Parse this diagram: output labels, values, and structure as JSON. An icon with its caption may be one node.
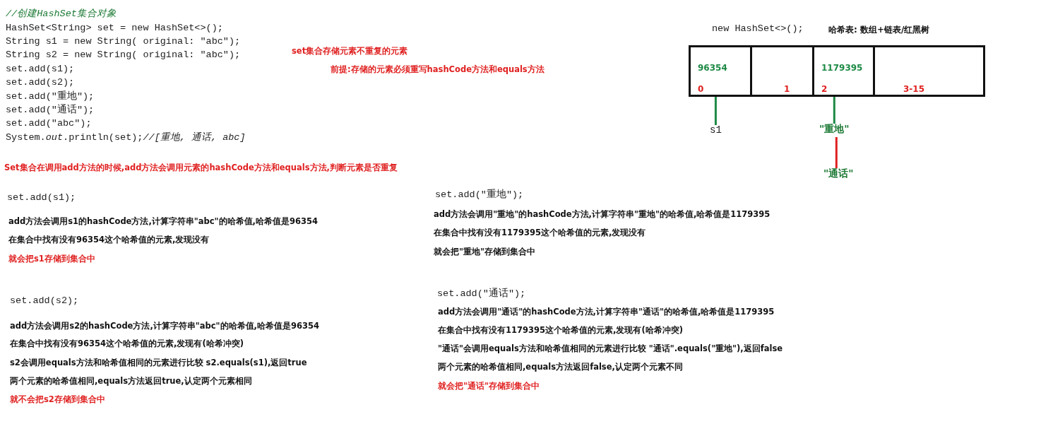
{
  "diagram": {
    "nodes": [
      {
        "text": [
          "new HashSet<>();",
          "哈希表: 数组+链表/红黑树"
        ]
      },
      {
        "text": [
          "96354",
          "0"
        ],
        "in": 0
      },
      {
        "text": [
          "1"
        ],
        "in": 0
      },
      {
        "text": [
          "1179395",
          "2"
        ],
        "in": 0
      },
      {
        "text": [
          "3-15"
        ],
        "in": 0
      },
      {
        "text": [
          "s1"
        ]
      },
      {
        "text": [
          "\"重地\""
        ]
      },
      {
        "text": [
          "\"通话\""
        ]
      }
    ],
    "edges": [
      {
        "from": 1,
        "to": 5,
        "arrow": "none"
      },
      {
        "from": 3,
        "to": 6,
        "arrow": "none"
      },
      {
        "from": 6,
        "to": 7,
        "arrow": "none",
        "color": "#e02020"
      }
    ],
    "labels": [
      "//创建HashSet集合对象",
      "HashSet<String> set = new HashSet<>();",
      "String s1 = new String( original: \"abc\");",
      "String s2 = new String( original: \"abc\");",
      "set.add(s1);",
      "set.add(s2);",
      "set.add(\"重地\");",
      "set.add(\"通话\");",
      "set.add(\"abc\");",
      "System.*out*.println(set);*//[重地, 通话, abc]*",
      "set集合存储元素不重复的元素",
      "前提:存储的元素必须重写hashCode方法和equals方法",
      "Set集合在调用add方法的时候,add方法会调用元素的hashCode方法和equals方法,判断元素是否重复",
      "set.add(s1);",
      "add方法会调用s1的hashCode方法,计算字符串\"abc\"的哈希值,哈希值是96354",
      "在集合中找有没有96354这个哈希值的元素,发现没有",
      "就会把s1存储到集合中",
      "set.add(s2);",
      "add方法会调用s2的hashCode方法,计算字符串\"abc\"的哈希值,哈希值是96354",
      "在集合中找有没有96354这个哈希值的元素,发现有(哈希冲突)",
      "s2会调用equals方法和哈希值相同的元素进行比较 s2.equals(s1),返回true",
      "两个元素的哈希值相同,equals方法返回true,认定两个元素相同",
      "就不会把s2存储到集合中",
      "set.add(\"重地\");",
      "add方法会调用\"重地\"的hashCode方法,计算字符串\"重地\"的哈希值,哈希值是1179395",
      "在集合中找有没有1179395这个哈希值的元素,发现没有",
      "就会把\"重地\"存储到集合中",
      "set.add(\"通话\");",
      "add方法会调用\"通话\"的hashCode方法,计算字符串\"通话\"的哈希值,哈希值是1179395",
      "在集合中找有没有1179395这个哈希值的元素,发现有(哈希冲突)",
      "\"通话\"会调用equals方法和哈希值相同的元素进行比较 \"通话\".equals(\"重地\"),返回false",
      "两个元素的哈希值相同,equals方法返回false,认定两个元素不同",
      "就会把\"通话\"存储到集合中"
    ]
  }
}
